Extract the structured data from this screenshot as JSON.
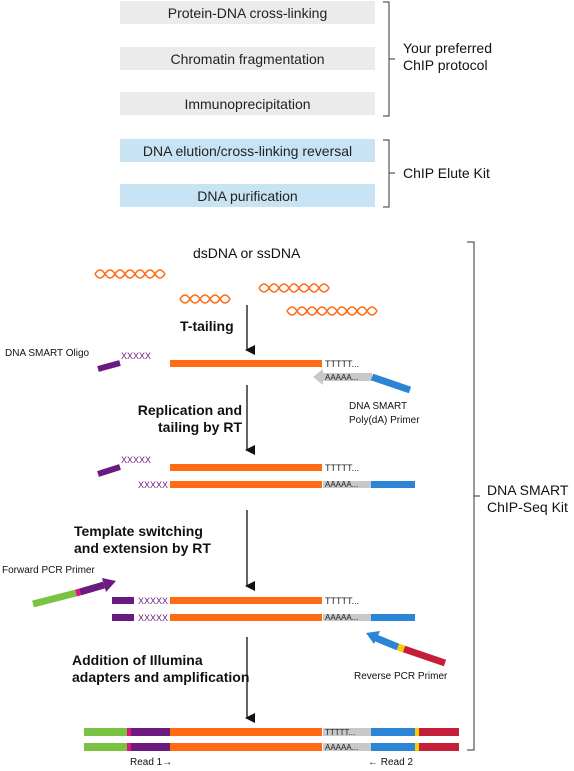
{
  "protocol_steps": {
    "step1": "Protein-DNA cross-linking",
    "step2": "Chromatin fragmentation",
    "step3": "Immunoprecipitation",
    "step4": "DNA elution/cross-linking reversal",
    "step5": "DNA purification"
  },
  "brackets": {
    "preferred_line1": "Your preferred",
    "preferred_line2": "ChIP protocol",
    "elute_kit": "ChIP Elute Kit",
    "smart_line1": "DNA SMART",
    "smart_line2": "ChIP-Seq Kit"
  },
  "workflow": {
    "input_label": "dsDNA or ssDNA",
    "step_t_tailing": "T-tailing",
    "step_replication_1": "Replication and",
    "step_replication_2": "tailing by RT",
    "step_template_1": "Template switching",
    "step_template_2": "and extension by RT",
    "step_addition_1": "Addition of Illumina",
    "step_addition_2": "adapters and amplification"
  },
  "labels": {
    "smart_oligo": "DNA SMART Oligo",
    "polyda_1": "DNA SMART",
    "polyda_2": "Poly(dA) Primer",
    "forward_primer": "Forward PCR Primer",
    "reverse_primer": "Reverse PCR Primer",
    "read1": "Read 1→",
    "read2": "← Read 2",
    "tail_t": "TTTTT...",
    "tail_a": "AAAAA...",
    "oligo_x": "XXXXX"
  },
  "colors": {
    "orange": "#ff6a13",
    "purple": "#6b1a7f",
    "blue": "#2b84d6",
    "grey": "#c8c8c8",
    "green": "#7cc242",
    "magenta": "#e0127f",
    "red": "#c41e3a",
    "yellow": "#f5d000"
  }
}
